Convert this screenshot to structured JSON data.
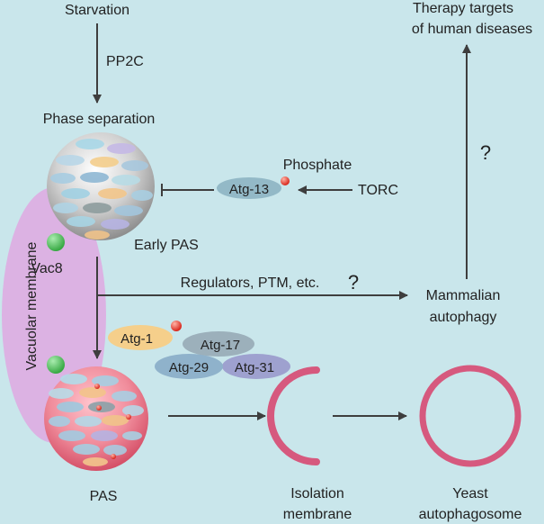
{
  "labels": {
    "starvation": "Starvation",
    "pp2c": "PP2C",
    "phase_separation": "Phase separation",
    "phosphate": "Phosphate",
    "atg13": "Atg-13",
    "torc": "TORC",
    "early_pas": "Early PAS",
    "vac8": "Vac8",
    "vacuolar_membrane": "Vacuolar membrane",
    "regulators": "Regulators, PTM, etc.",
    "regulators_q": "?",
    "therapy_line1": "Therapy targets",
    "therapy_line2": "of human diseases",
    "therapy_q": "?",
    "mammalian_line1": "Mammalian",
    "mammalian_line2": "autophagy",
    "atg1": "Atg-1",
    "atg17": "Atg-17",
    "atg29": "Atg-29",
    "atg31": "Atg-31",
    "pas": "PAS",
    "isolation_line1": "Isolation",
    "isolation_line2": "membrane",
    "yeast_line1": "Yeast",
    "yeast_line2": "autophagosome"
  },
  "colors": {
    "background": "#c9e6eb",
    "arrow": "#3e3e3e",
    "vacuole": "#dcb2e3",
    "membrane": "#d6597e",
    "vac8": "#4cbf57",
    "phosphate": "#e2301f",
    "atg13": "#93b9c7",
    "atg1": "#f5cf8b",
    "atg17": "#9cb0bb",
    "atg29": "#8fb2cb",
    "atg31": "#9ea1cf"
  }
}
